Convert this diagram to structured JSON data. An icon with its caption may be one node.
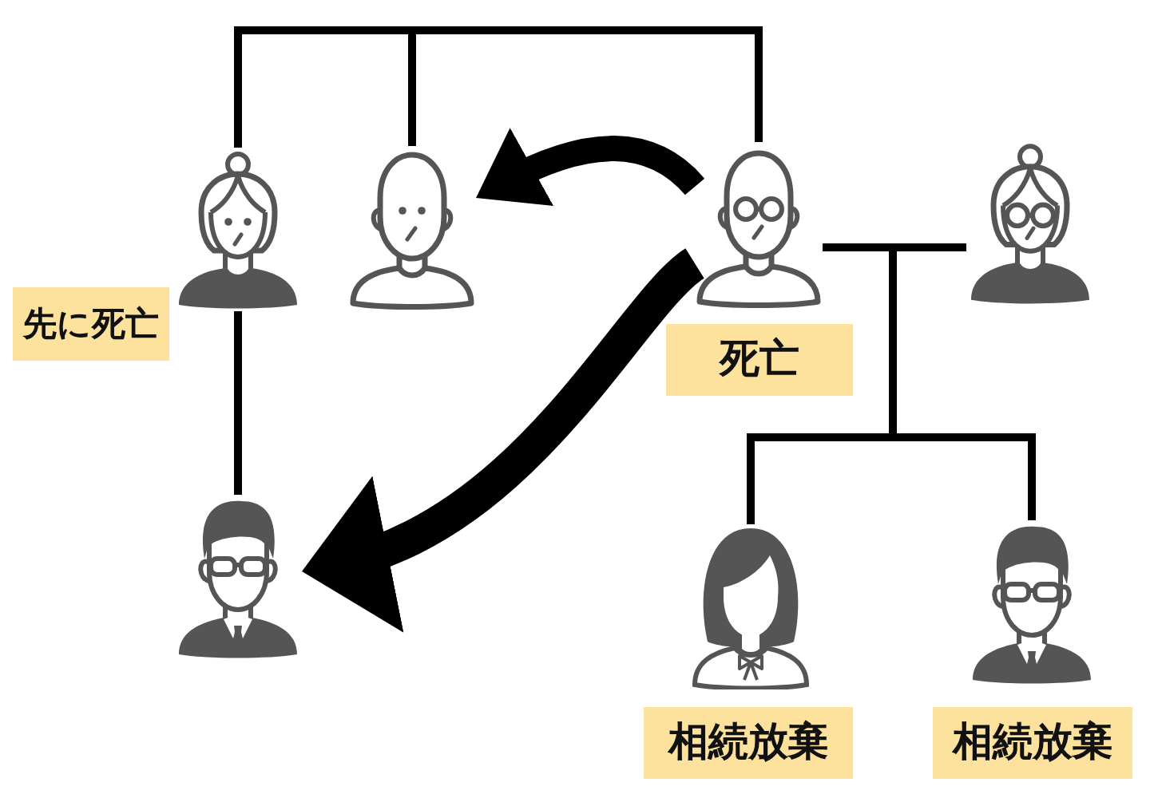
{
  "diagram": {
    "nodes": [
      {
        "text": [],
        "shape": "person",
        "beside": [
          "先に死亡"
        ]
      },
      {
        "text": [],
        "shape": "person"
      },
      {
        "text": [],
        "shape": "person",
        "beside": [
          "死亡"
        ]
      },
      {
        "text": [],
        "shape": "person"
      },
      {
        "text": [],
        "shape": "person"
      },
      {
        "text": [],
        "shape": "person",
        "beside": [
          "相続放棄"
        ]
      },
      {
        "text": [],
        "shape": "person",
        "beside": [
          "相続放棄"
        ]
      }
    ],
    "edges": [
      {
        "from": 0,
        "to": 1,
        "arrow": "none"
      },
      {
        "from": 1,
        "to": 2,
        "arrow": "none"
      },
      {
        "from": 0,
        "to": 4,
        "arrow": "none"
      },
      {
        "from": 2,
        "to": 3,
        "arrow": "none"
      },
      {
        "from": 2,
        "to": 5,
        "arrow": "none"
      },
      {
        "from": 2,
        "to": 6,
        "arrow": "none"
      },
      {
        "from": 3,
        "to": 5,
        "arrow": "none"
      },
      {
        "from": 3,
        "to": 6,
        "arrow": "none"
      },
      {
        "from": 2,
        "to": 1,
        "arrow": "to",
        "style": "thick"
      },
      {
        "from": 2,
        "to": 4,
        "arrow": "to",
        "style": "thick"
      }
    ]
  }
}
